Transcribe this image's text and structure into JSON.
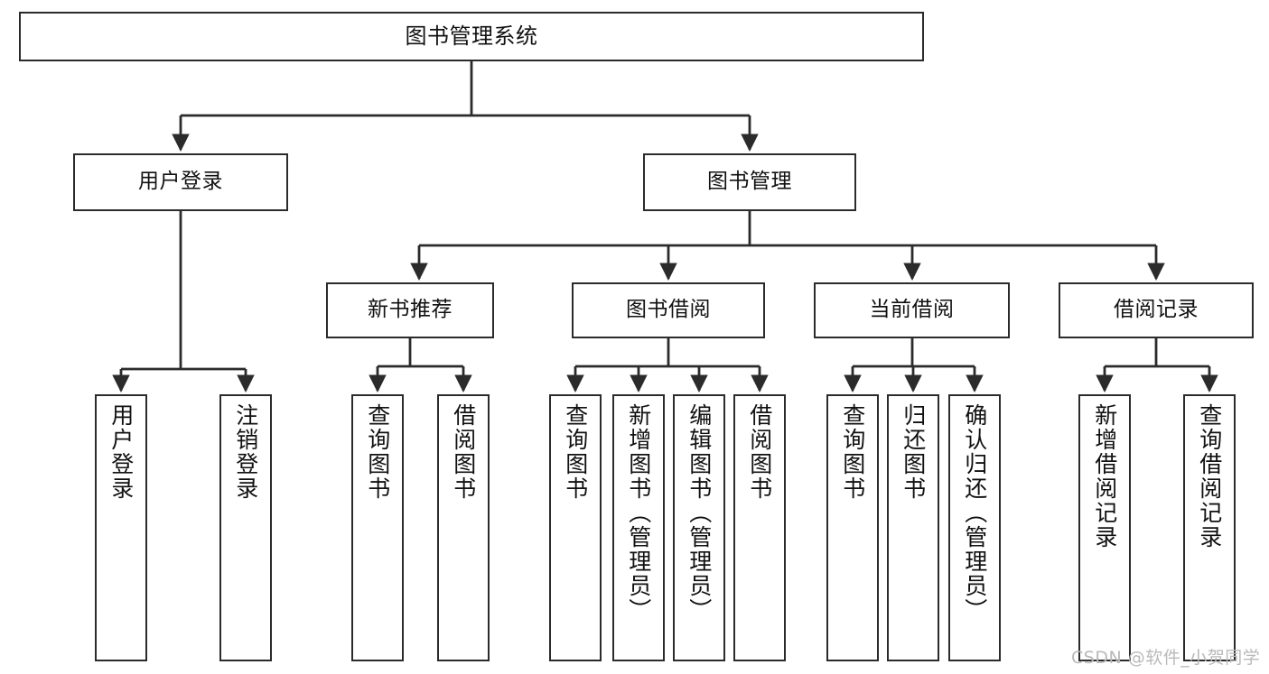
{
  "diagram": {
    "title": "图书管理系统",
    "type": "functional-structure-tree",
    "colors": {
      "box_border": "#2b2b2b",
      "box_fill": "#ffffff",
      "edge": "#2b2b2b",
      "text": "#111111",
      "watermark": "#b9b9b9",
      "background": "#ffffff"
    },
    "root": {
      "label": "图书管理系统"
    },
    "level2": [
      {
        "label": "用户登录"
      },
      {
        "label": "图书管理"
      }
    ],
    "level3": [
      {
        "label": "新书推荐"
      },
      {
        "label": "图书借阅"
      },
      {
        "label": "当前借阅"
      },
      {
        "label": "借阅记录"
      }
    ],
    "leaves": {
      "user_login": [
        {
          "label": "用户登录"
        },
        {
          "label": "注销登录"
        }
      ],
      "new_book_recommend": [
        {
          "label": "查询图书"
        },
        {
          "label": "借阅图书"
        }
      ],
      "book_borrow": [
        {
          "label": "查询图书"
        },
        {
          "label": "新增图书（管理员）"
        },
        {
          "label": "编辑图书（管理员）"
        },
        {
          "label": "借阅图书"
        }
      ],
      "current_borrow": [
        {
          "label": "查询图书"
        },
        {
          "label": "归还图书"
        },
        {
          "label": "确认归还（管理员）"
        }
      ],
      "borrow_record": [
        {
          "label": "新增借阅记录"
        },
        {
          "label": "查询借阅记录"
        }
      ]
    }
  },
  "watermark": {
    "text": "CSDN @软件_小贺同学"
  }
}
